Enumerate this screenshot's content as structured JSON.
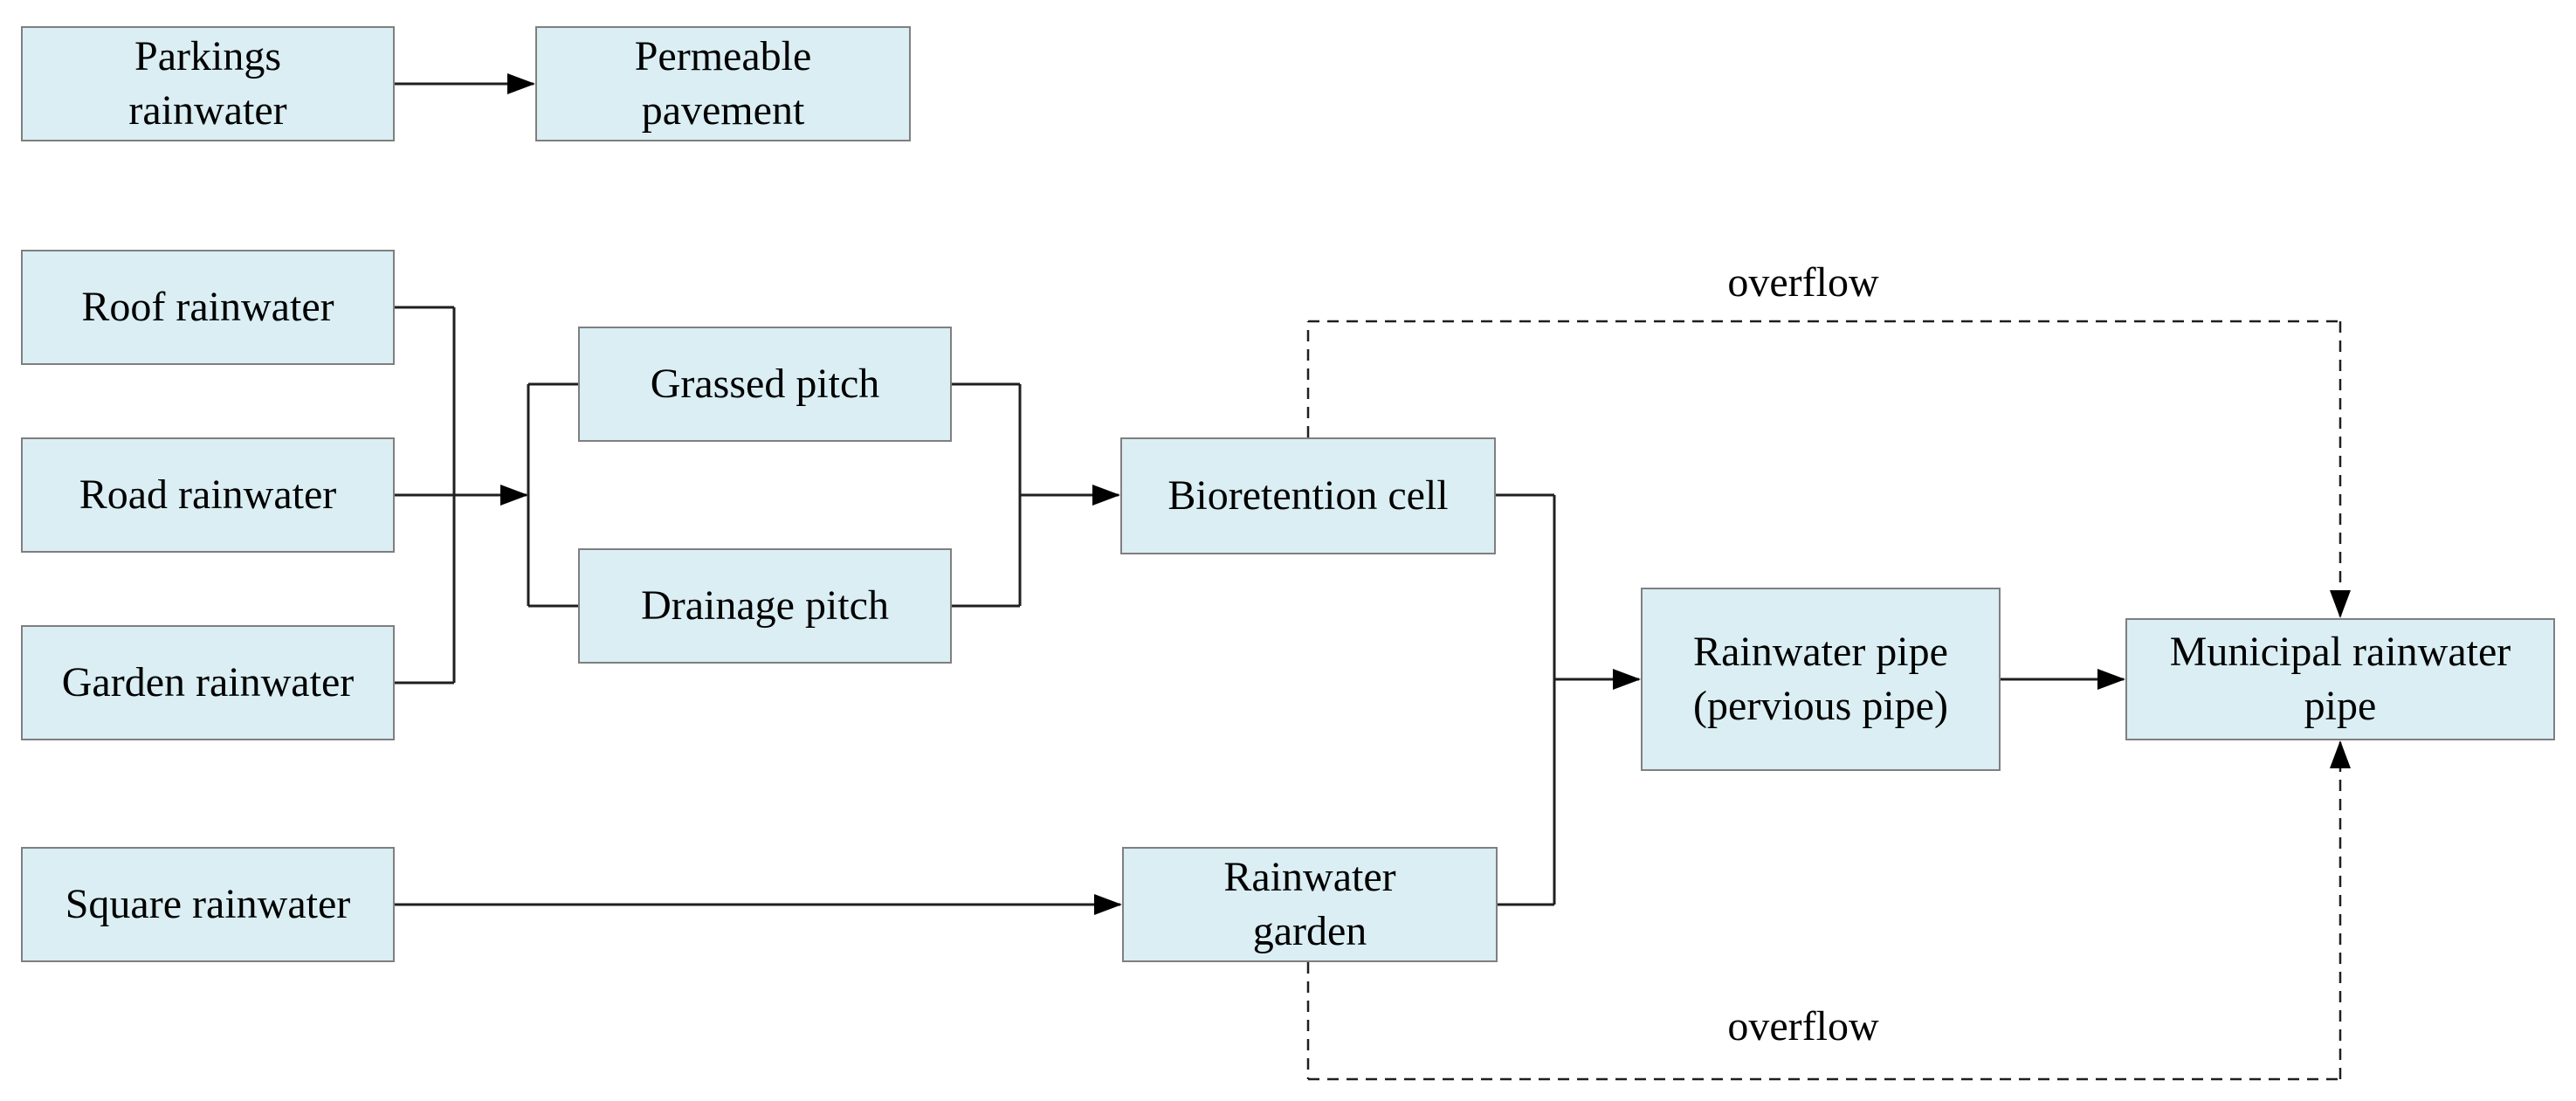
{
  "diagram": {
    "type": "flowchart",
    "subject": "rainwater drainage system",
    "colors": {
      "background": "#ffffff",
      "node_fill": "#daeef3",
      "node_border": "#7f7f7f",
      "line": "#1f1f1f",
      "text": "#000000"
    },
    "nodes": {
      "parkings": {
        "label": "Parkings\nrainwater"
      },
      "permeable": {
        "label": "Permeable\npavement"
      },
      "roof": {
        "label": "Roof rainwater"
      },
      "road": {
        "label": "Road rainwater"
      },
      "garden": {
        "label": "Garden rainwater"
      },
      "square": {
        "label": "Square rainwater"
      },
      "grassed": {
        "label": "Grassed pitch"
      },
      "drainage": {
        "label": "Drainage pitch"
      },
      "bioretention": {
        "label": "Bioretention cell"
      },
      "rain_garden": {
        "label": "Rainwater\ngarden"
      },
      "rain_pipe": {
        "label": "Rainwater pipe\n(pervious pipe)"
      },
      "municipal": {
        "label": "Municipal rainwater\npipe"
      }
    },
    "edge_labels": {
      "overflow_top": "overflow",
      "overflow_bottom": "overflow"
    },
    "edges": [
      {
        "from": "Parkings rainwater",
        "to": "Permeable pavement",
        "style": "solid-arrow"
      },
      {
        "from": "Roof rainwater",
        "to": "Grassed pitch / Drainage pitch split",
        "style": "solid-arrow"
      },
      {
        "from": "Road rainwater",
        "to": "Grassed pitch / Drainage pitch split",
        "style": "solid-arrow"
      },
      {
        "from": "Garden rainwater",
        "to": "Grassed pitch / Drainage pitch split",
        "style": "solid-arrow"
      },
      {
        "from": "Grassed pitch",
        "to": "Bioretention cell",
        "style": "solid-arrow"
      },
      {
        "from": "Drainage pitch",
        "to": "Bioretention cell",
        "style": "solid-arrow"
      },
      {
        "from": "Square rainwater",
        "to": "Rainwater garden",
        "style": "solid-arrow"
      },
      {
        "from": "Bioretention cell",
        "to": "Rainwater pipe (pervious pipe)",
        "style": "solid-arrow"
      },
      {
        "from": "Rainwater garden",
        "to": "Rainwater pipe (pervious pipe)",
        "style": "solid-arrow"
      },
      {
        "from": "Rainwater pipe (pervious pipe)",
        "to": "Municipal rainwater pipe",
        "style": "solid-arrow"
      },
      {
        "from": "Bioretention cell",
        "to": "Municipal rainwater pipe",
        "style": "dashed-arrow",
        "label": "overflow"
      },
      {
        "from": "Rainwater garden",
        "to": "Municipal rainwater pipe",
        "style": "dashed-arrow",
        "label": "overflow"
      }
    ]
  }
}
